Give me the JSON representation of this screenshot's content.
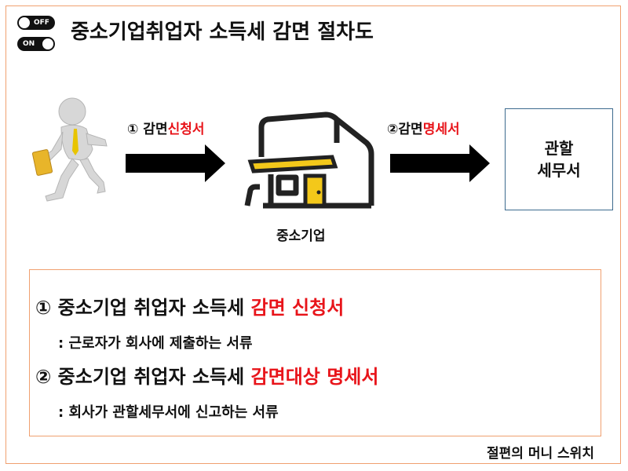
{
  "toggles": {
    "off_label": "OFF",
    "on_label": "ON"
  },
  "title": "중소기업취업자 소득세 감면 절차도",
  "flow": {
    "step1": {
      "prefix": "① 감면",
      "highlight": "신청서"
    },
    "step2": {
      "prefix": "②감면",
      "highlight": "명세서"
    },
    "company_label": "중소기업",
    "office_line1": "관할",
    "office_line2": "세무서"
  },
  "notes": {
    "item1": {
      "text": "① 중소기업 취업자 소득세 ",
      "highlight": "감면 신청서",
      "desc": ": 근로자가 회사에 제출하는 서류"
    },
    "item2": {
      "text": "② 중소기업 취업자 소득세 ",
      "highlight": "감면대상 명세서",
      "desc": ": 회사가 관할세무서에 신고하는 서류"
    }
  },
  "footer": "절편의 머니 스위치",
  "colors": {
    "highlight": "#e8141a",
    "frame": "#f0a070",
    "office_border": "#3d6b8e",
    "building_accent": "#f3c81a"
  }
}
